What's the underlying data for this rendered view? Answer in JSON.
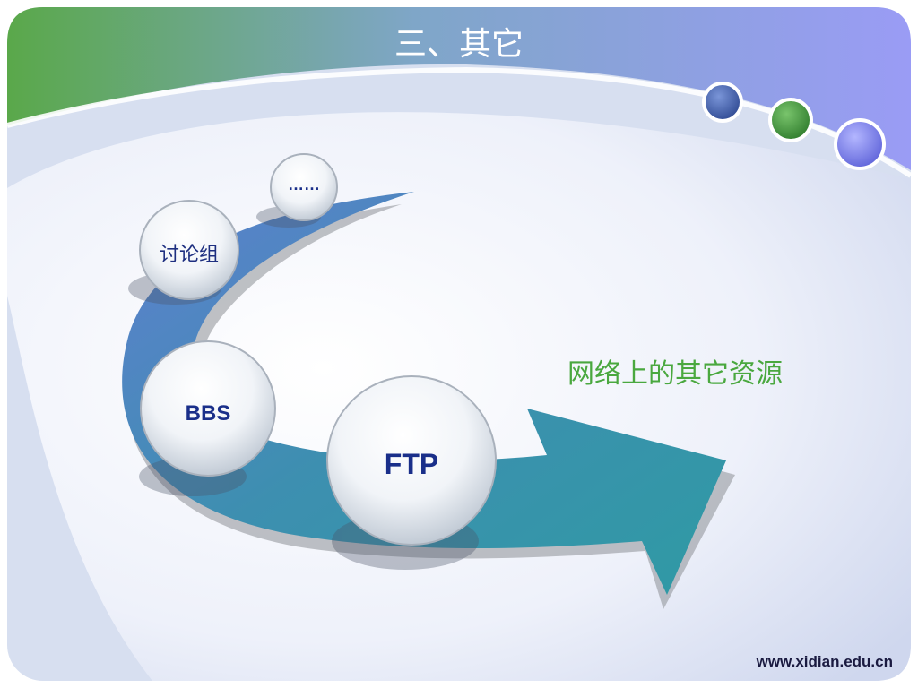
{
  "slide": {
    "title": "三、其它",
    "subtitle": "网络上的其它资源",
    "footer_url": "www.xidian.edu.cn",
    "items": [
      {
        "label": "……"
      },
      {
        "label": "讨论组"
      },
      {
        "label": "BBS"
      },
      {
        "label": "FTP"
      }
    ]
  },
  "colors": {
    "header_green": "#5aa84a",
    "header_purple": "#9a9cf5",
    "arrow_blue": "#4f7fcf",
    "arrow_teal": "#2f9aa4",
    "subtitle_green": "#4aa83f",
    "label_navy": "#1a2f8a",
    "dot_blue": "#3c5aa8",
    "dot_green": "#3f8f3a",
    "dot_purple": "#7f84ee"
  }
}
